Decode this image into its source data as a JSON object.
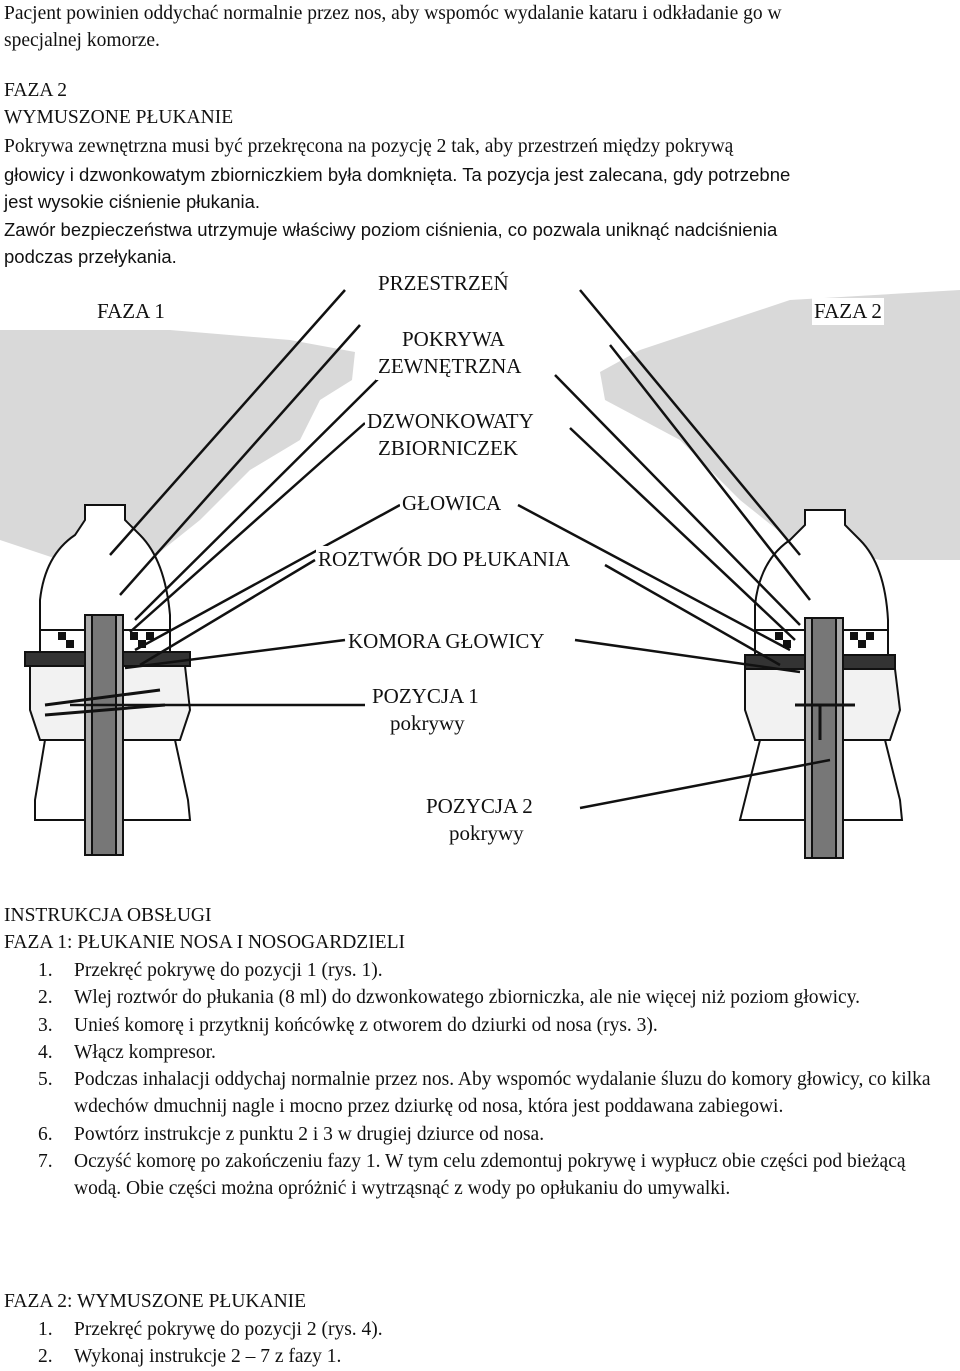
{
  "intro": {
    "line1": "Pacjent powinien oddychać normalnie przez nos, aby wspomóc wydalanie kataru i odkładanie go w",
    "line2": "specjalnej komorze."
  },
  "phase2_section": {
    "title": "FAZA 2",
    "subtitle": "WYMUSZONE PŁUKANIE",
    "p1_line1": "Pokrywa zewnętrzna musi być przekręcona na pozycję 2 tak, aby przestrzeń między pokrywą",
    "p1_line2": "głowicy i dzwonkowatym zbiorniczkiem była domknięta. Ta pozycja jest zalecana, gdy potrzebne",
    "p1_line3": "jest wysokie ciśnienie płukania.",
    "p2_line1": "Zawór bezpieczeństwa utrzymuje właściwy poziom ciśnienia, co pozwala uniknąć nadciśnienia",
    "p2_line2": "podczas przełykania."
  },
  "figure": {
    "phase1": "FAZA 1",
    "phase2": "FAZA 2",
    "label_space": "PRZESTRZEŃ",
    "label_cover_1": "POKRYWA",
    "label_cover_2": "ZEWNĘTRZNA",
    "label_bell_1": "DZWONKOWATY",
    "label_bell_2": "ZBIORNICZEK",
    "label_head": "GŁOWICA",
    "label_solution": "ROZTWÓR DO PŁUKANIA",
    "label_chamber": "KOMORA GŁOWICY",
    "label_pos1_1": "POZYCJA 1",
    "label_pos1_2": "pokrywy",
    "label_pos2_1": "POZYCJA 2",
    "label_pos2_2": "pokrywy"
  },
  "instructions": {
    "title": "INSTRUKCJA OBSŁUGI",
    "phase1_title": "FAZA 1: PŁUKANIE NOSA I NOSOGARDZIELI",
    "phase1_steps": [
      {
        "num": "1.",
        "text": "Przekręć pokrywę do pozycji 1 (rys. 1)."
      },
      {
        "num": "2.",
        "text": "Wlej roztwór do płukania (8 ml) do dzwonkowatego zbiorniczka, ale nie więcej niż poziom głowicy."
      },
      {
        "num": "3.",
        "text": "Unieś komorę i przytknij końcówkę z otworem do dziurki od nosa (rys. 3)."
      },
      {
        "num": "4.",
        "text": "Włącz kompresor."
      },
      {
        "num": "5.",
        "text": "Podczas inhalacji oddychaj normalnie przez nos. Aby wspomóc wydalanie śluzu do komory głowicy, co kilka wdechów dmuchnij nagle i mocno przez dziurkę od nosa, która jest poddawana zabiegowi."
      },
      {
        "num": "6.",
        "text": "Powtórz instrukcje z punktu 2 i 3 w drugiej dziurce od nosa."
      },
      {
        "num": "7.",
        "text": "Oczyść komorę po zakończeniu fazy 1. W tym celu zdemontuj pokrywę i wypłucz  obie części pod  bieżącą wodą. Obie części można opróżnić i wytrząsnąć z wody po opłukaniu do umywalki."
      }
    ],
    "phase2_title": "FAZA 2: WYMUSZONE PŁUKANIE",
    "phase2_steps": [
      {
        "num": "1.",
        "text": "Przekręć pokrywę do pozycji 2 (rys. 4)."
      },
      {
        "num": "2.",
        "text": "Wykonaj instrukcje 2 – 7 z fazy 1."
      }
    ]
  }
}
